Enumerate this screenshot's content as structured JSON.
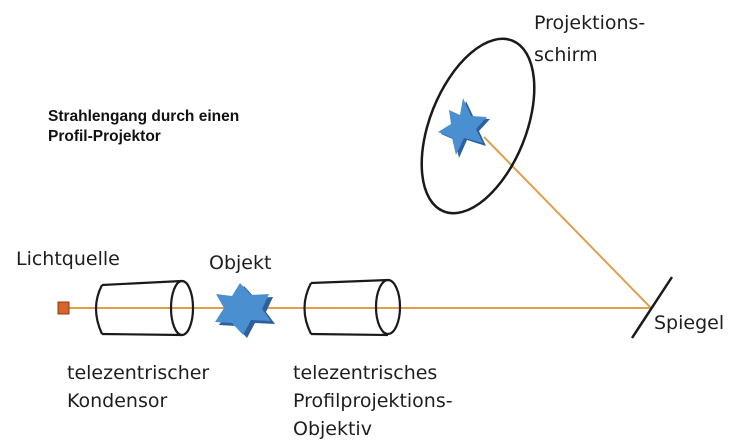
{
  "title": {
    "line1": "Strahlengang durch einen",
    "line2": "Profil-Projektor"
  },
  "labels": {
    "light_source": "Lichtquelle",
    "object": "Objekt",
    "mirror": "Spiegel",
    "screen_line1": "Projektions-",
    "screen_line2": "schirm",
    "condenser_line1": "telezentrischer",
    "condenser_line2": "Kondensor",
    "lens_line1": "telezentrisches",
    "lens_line2": "Profilprojektions-",
    "lens_line3": "Objektiv"
  },
  "colors": {
    "beam": "#e0a04a",
    "object": "#4a8fd0",
    "object_shadow": "#2c5f9e",
    "light_source": "#d8642c",
    "outline": "#1a1a1a"
  }
}
